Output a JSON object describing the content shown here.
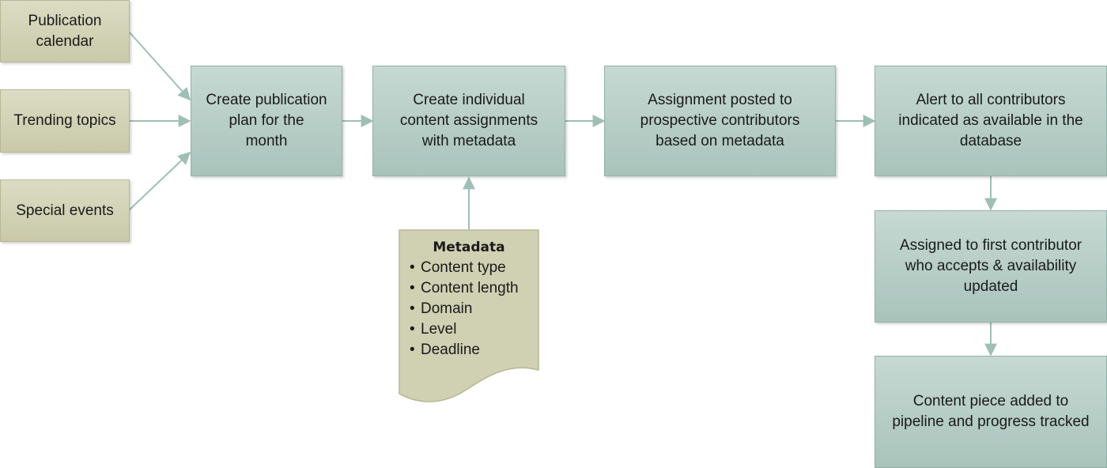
{
  "inputs": {
    "publication_calendar": "Publication\ncalendar",
    "trending_topics": "Trending topics",
    "special_events": "Special events"
  },
  "steps": {
    "create_plan": "Create publication\nplan for the\nmonth",
    "create_assignments": "Create individual\ncontent assignments\nwith metadata",
    "assignment_posted": "Assignment posted to\nprospective contributors\nbased on metadata",
    "alert_contributors": "Alert to all contributors\nindicated as available in the\ndatabase",
    "assigned_first": "Assigned to first contributor\nwho accepts & availability\nupdated",
    "content_added": "Content piece added to\npipeline and progress tracked"
  },
  "metadata_doc": {
    "title": "Metadata",
    "items": [
      "Content type",
      "Content length",
      "Domain",
      "Level",
      "Deadline"
    ]
  },
  "colors": {
    "input_fill": "#d3d3b8",
    "process_fill": "#b5ccc5",
    "connector": "#9fbfb6"
  }
}
